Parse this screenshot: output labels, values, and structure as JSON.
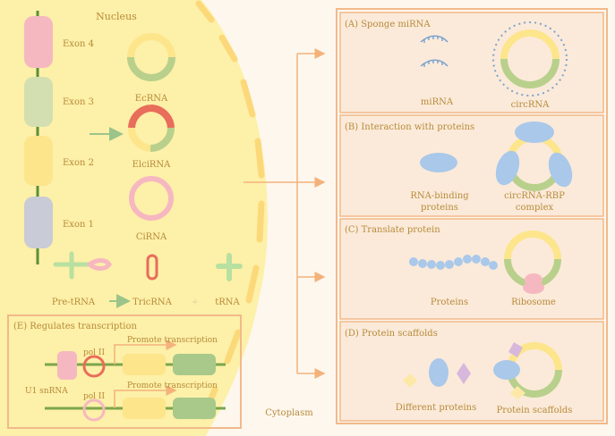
{
  "nucleus": {
    "title": "Nucleus",
    "exons": [
      "Exon 4",
      "Exon 3",
      "Exon 2",
      "Exon 1"
    ],
    "circ_types": [
      "EcRNA",
      "ElciRNA",
      "CiRNA"
    ],
    "trna_row": [
      "Pre-tRNA",
      "TricRNA",
      "tRNA"
    ]
  },
  "cytoplasm_label": "Cytoplasm",
  "panels": {
    "a": {
      "title": "(A) Sponge miRNA",
      "left": "miRNA",
      "right": "circRNA"
    },
    "b": {
      "title": "(B) Interaction with proteins",
      "left_l1": "RNA-binding",
      "left_l2": "proteins",
      "right_l1": "circRNA-RBP",
      "right_l2": "complex"
    },
    "c": {
      "title": "(C) Translate protein",
      "left": "Proteins",
      "right": "Ribosome"
    },
    "d": {
      "title": "(D) Protein scaffolds",
      "left": "Different proteins",
      "right": "Protein scaffolds"
    },
    "e": {
      "title": "(E) Regulates transcription",
      "pol1": "pol II",
      "pol2": "pol II",
      "promote1": "Promote transcription",
      "promote2": "Promote transcription",
      "u1": "U1 snRNA"
    }
  },
  "colors": {
    "yellow": "#fde58c",
    "green": "#b8d08c",
    "pink": "#f6b8c0",
    "red": "#e86d5a",
    "grey": "#c9cbd6",
    "blue": "#a9c8ea",
    "orange": "#f4b27a",
    "panel_border": "#f2b98a",
    "nucleus": "#fdf0a8"
  }
}
